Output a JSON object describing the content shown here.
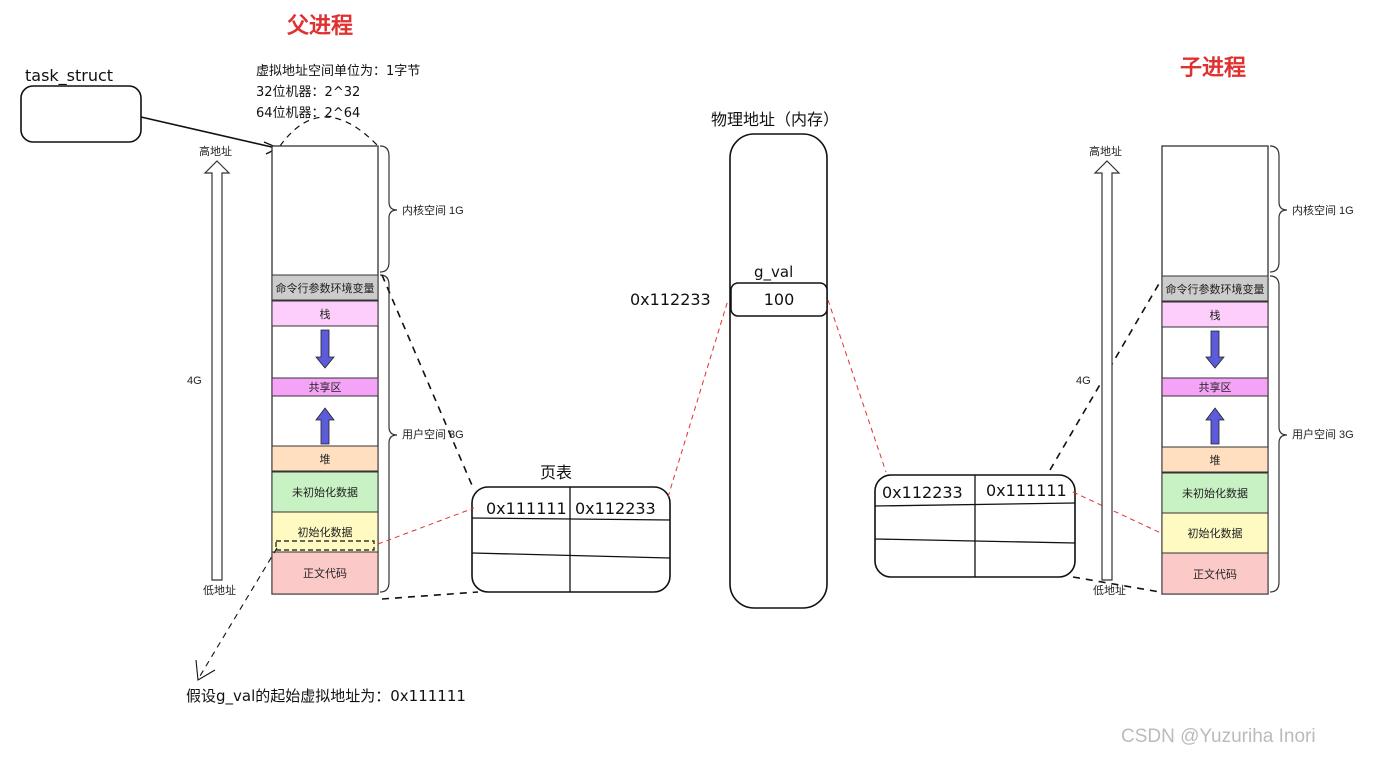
{
  "titles": {
    "parent": "父进程",
    "child": "子进程"
  },
  "task_struct": "task_struct",
  "note_lines": [
    "虚拟地址空间单位为：1字节",
    "32位机器：2^32",
    "64位机器：2^64"
  ],
  "address_space": {
    "high_addr": "高地址",
    "low_addr": "低地址",
    "size": "4G",
    "kernel_space": "内核空间 1G",
    "user_space": "用户空间 3G",
    "segments": [
      {
        "label": "命令行参数环境变量",
        "color": "#cccccc"
      },
      {
        "label": "栈",
        "color": "#fdcdfc"
      },
      {
        "label": "共享区",
        "color": "#f5a3f7"
      },
      {
        "label": "堆",
        "color": "#ffdfc0"
      },
      {
        "label": "未初始化数据",
        "color": "#c8f2c4"
      },
      {
        "label": "初始化数据",
        "color": "#fff9c2"
      },
      {
        "label": "正文代码",
        "color": "#fcc9c9"
      }
    ]
  },
  "physical": {
    "title": "物理地址（内存）",
    "var_name": "g_val",
    "value": "100",
    "address": "0x112233"
  },
  "page_table_parent": {
    "title": "页表",
    "virtual": "0x111111",
    "physical": "0x112233"
  },
  "page_table_child": {
    "physical": "0x112233",
    "virtual": "0x111111"
  },
  "assumption": "假设g_val的起始虚拟地址为：0x111111",
  "watermark": "CSDN @Yuzuriha  Inori",
  "colors": {
    "title_red": "#e03131",
    "arrow_blue": "#5b5bdc",
    "dash_red": "#e03131"
  }
}
